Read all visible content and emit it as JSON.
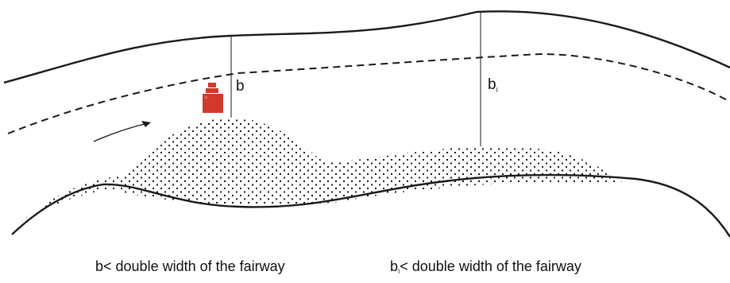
{
  "labels": {
    "b": "b",
    "b1": "b",
    "b1_subscript": "I"
  },
  "captions": {
    "left": "b< double width of the fairway",
    "right_prefix": "b",
    "right_subscript": "I",
    "right_rest": "< double width of the fairway"
  },
  "colors": {
    "vessel": "#d03a2c",
    "lines": "#1a1a1a",
    "sediment_dots": "#1a1a1a"
  }
}
